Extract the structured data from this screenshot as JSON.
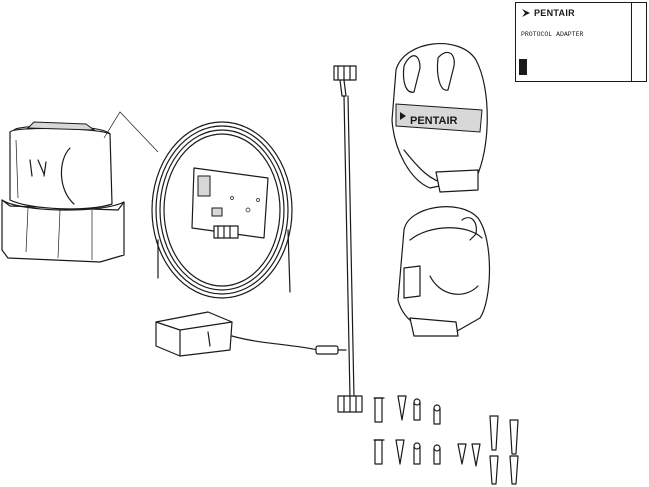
{
  "brand": {
    "logo_text": "PENTAIR",
    "product_label": "PROTOCOL ADAPTER"
  },
  "cover": {
    "logo_text": "PENTAIR"
  },
  "colors": {
    "line": "#1a1a1a",
    "background": "#ffffff",
    "shade": "#d8d8d8"
  }
}
